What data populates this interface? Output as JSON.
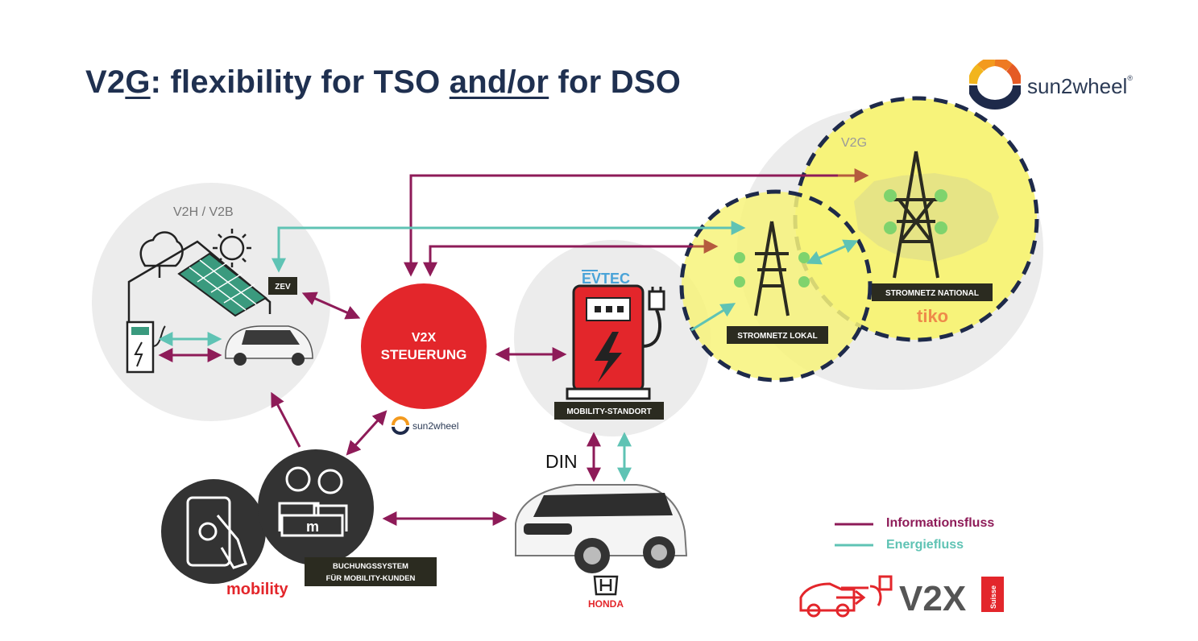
{
  "title": {
    "part1": "V2",
    "part2": "G",
    "part3": ": flexibility for TSO ",
    "part4": "and/or",
    "part5": " for DSO"
  },
  "brand": {
    "name": "sun2wheel",
    "mark": "®"
  },
  "diagram": {
    "v2h_label": "V2H / V2B",
    "zev_label": "ZEV",
    "controller_line1": "V2X",
    "controller_line2": "STEUERUNG",
    "controller_brand": "sun2wheel",
    "evtec_label": "EVTEC",
    "mobility_site_label": "MOBILITY-STANDORT",
    "v2g_label": "V2G",
    "grid_local_label": "STROMNETZ LOKAL",
    "grid_national_label": "STROMNETZ NATIONAL",
    "tiko_label": "tiko",
    "din_label": "DIN",
    "booking_line1": "BUCHUNGSSYSTEM",
    "booking_line2": "FÜR MOBILITY-KUNDEN",
    "mobility_brand": "mobility",
    "honda_label": "HONDA"
  },
  "legend": {
    "info_label": "Informationsfluss",
    "energy_label": "Energiefluss",
    "info_color": "#8e1b58",
    "energy_color": "#5fc3b4"
  },
  "v2x_logo": {
    "text": "V2X",
    "sub": "Suisse"
  },
  "colors": {
    "title": "#1f3050",
    "red": "#e3262b",
    "dark": "#333333",
    "yellow": "#f7f37a",
    "navy": "#1e2a4a"
  }
}
